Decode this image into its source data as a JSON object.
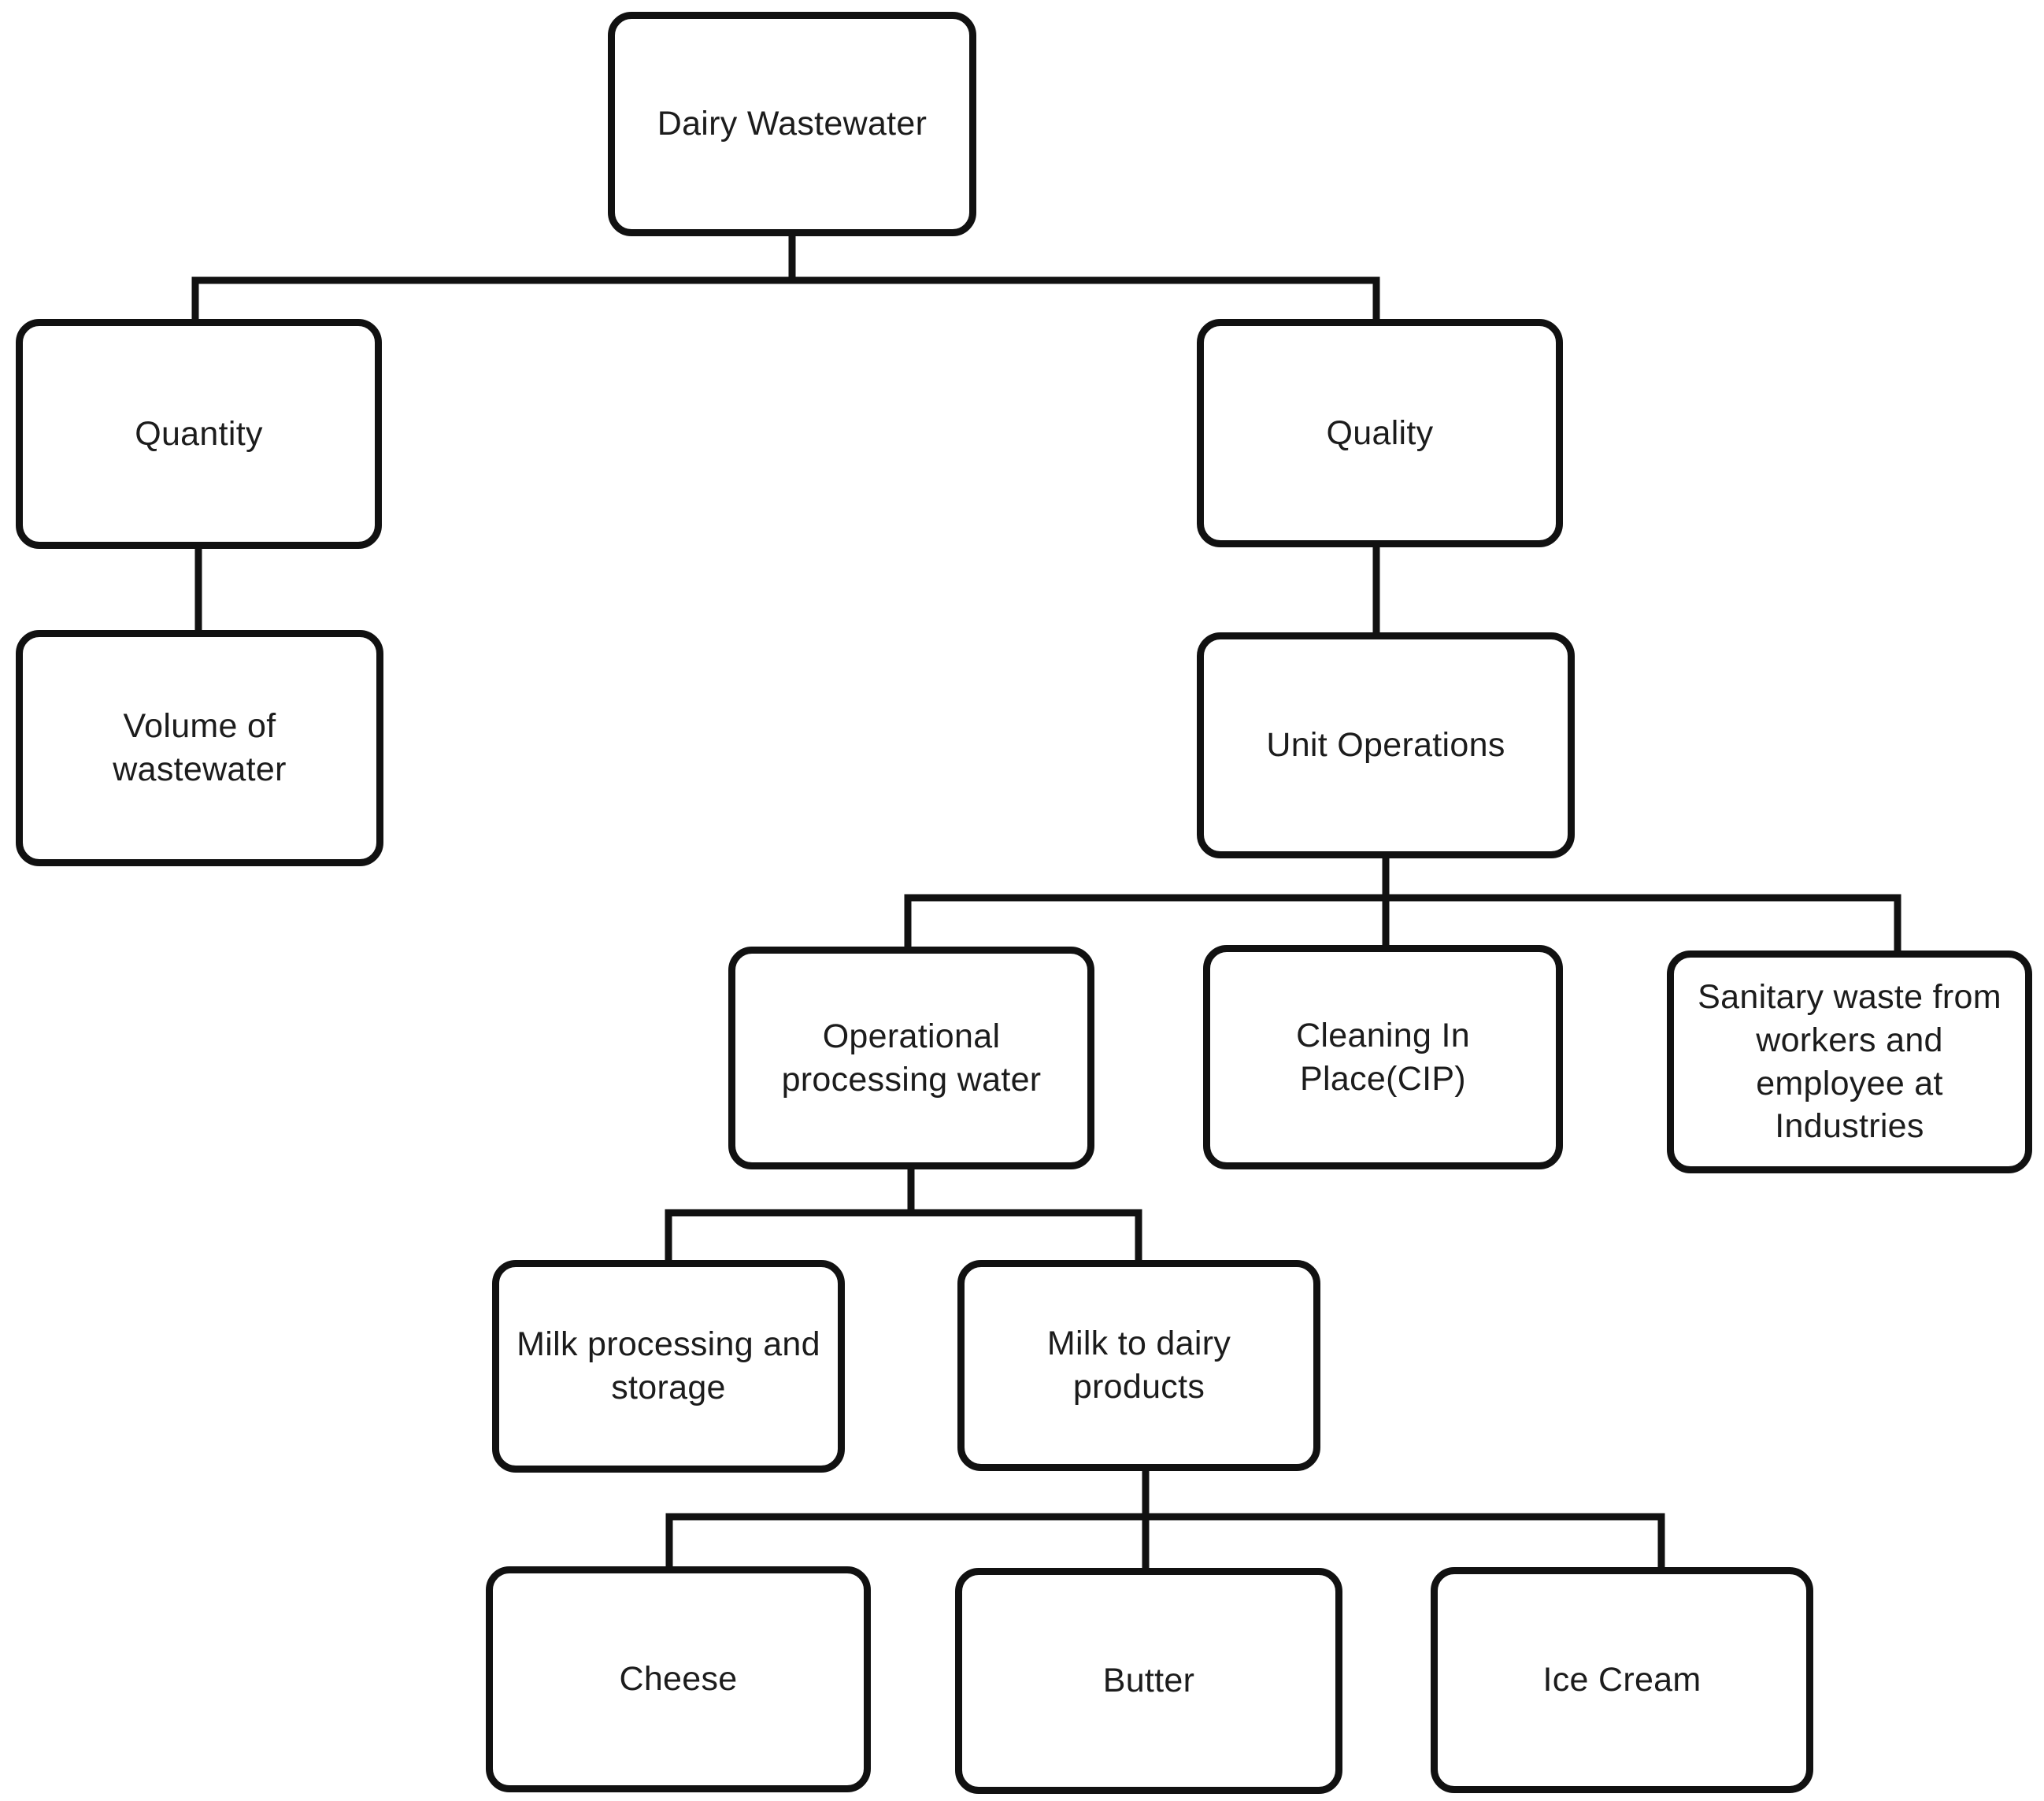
{
  "diagram_type": "flowchart",
  "root_label": "Dairy Wastewater",
  "nodes": [
    {
      "id": "dairy-wastewater",
      "label": "Dairy Wastewater"
    },
    {
      "id": "quantity",
      "label": "Quantity"
    },
    {
      "id": "quality",
      "label": "Quality"
    },
    {
      "id": "volume-of-wastewater",
      "label": "Volume of\nwastewater"
    },
    {
      "id": "unit-operations",
      "label": "Unit Operations"
    },
    {
      "id": "operational-processing-water",
      "label": "Operational\nprocessing water"
    },
    {
      "id": "cleaning-in-place",
      "label": "Cleaning In\nPlace(CIP)"
    },
    {
      "id": "sanitary-waste",
      "label": "Sanitary waste from\nworkers and\nemployee at\nIndustries"
    },
    {
      "id": "milk-processing-storage",
      "label": "Milk processing and\nstorage"
    },
    {
      "id": "milk-to-dairy-products",
      "label": "Milk to dairy\nproducts"
    },
    {
      "id": "cheese",
      "label": "Cheese"
    },
    {
      "id": "butter",
      "label": "Butter"
    },
    {
      "id": "ice-cream",
      "label": "Ice Cream"
    }
  ],
  "edges": [
    {
      "from": "dairy-wastewater",
      "to": "quantity"
    },
    {
      "from": "dairy-wastewater",
      "to": "quality"
    },
    {
      "from": "quantity",
      "to": "volume-of-wastewater"
    },
    {
      "from": "quality",
      "to": "unit-operations"
    },
    {
      "from": "unit-operations",
      "to": "operational-processing-water"
    },
    {
      "from": "unit-operations",
      "to": "cleaning-in-place"
    },
    {
      "from": "unit-operations",
      "to": "sanitary-waste"
    },
    {
      "from": "operational-processing-water",
      "to": "milk-processing-storage"
    },
    {
      "from": "operational-processing-water",
      "to": "milk-to-dairy-products"
    },
    {
      "from": "milk-to-dairy-products",
      "to": "cheese"
    },
    {
      "from": "milk-to-dairy-products",
      "to": "butter"
    },
    {
      "from": "milk-to-dairy-products",
      "to": "ice-cream"
    }
  ],
  "colors": {
    "line": "#111111",
    "box_border": "#111111",
    "box_fill": "#ffffff",
    "text": "#1c1c1c",
    "background": "#ffffff"
  }
}
